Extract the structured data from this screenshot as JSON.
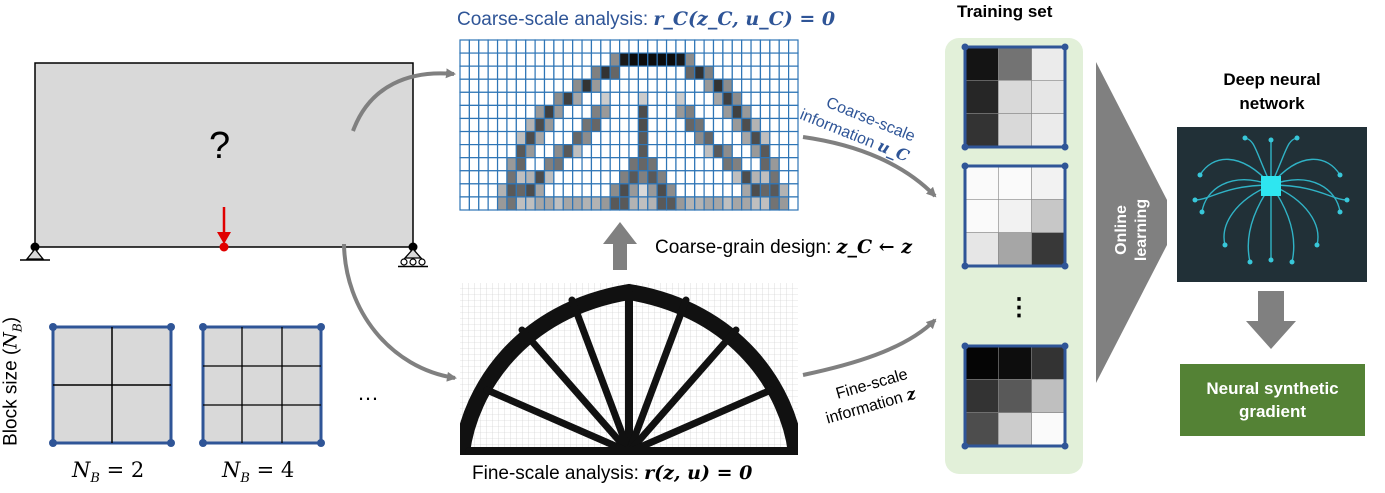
{
  "problem": {
    "question_mark": "?"
  },
  "block_size": {
    "axis_label_prefix": "Block size (",
    "axis_label_symbol": "N",
    "axis_label_sub": "B",
    "axis_label_suffix": ")",
    "examples": [
      {
        "symbol": "N",
        "sub": "B",
        "eq": " = 2"
      },
      {
        "symbol": "N",
        "sub": "B",
        "eq": " = 4"
      }
    ],
    "ellipsis": "…"
  },
  "coarse": {
    "title_prefix": "Coarse-scale analysis: ",
    "title_math": "r_C(z_C, u_C) = 0",
    "grid_levels": [
      [
        1,
        1,
        1,
        1,
        1,
        1,
        1,
        1,
        1,
        1,
        1,
        1,
        1,
        1,
        1,
        1,
        1,
        1,
        1,
        1,
        1,
        1,
        1,
        1,
        1,
        1,
        1,
        1,
        1,
        1,
        1,
        1,
        1,
        1,
        1,
        1
      ],
      [
        1,
        1,
        1,
        1,
        1,
        1,
        1,
        1,
        1,
        1,
        1,
        1,
        1,
        1,
        1,
        1,
        0.55,
        0.1,
        0.05,
        0.05,
        0.05,
        0.05,
        0.05,
        0.1,
        0.55,
        1,
        1,
        1,
        1,
        1,
        1,
        1,
        1,
        1,
        1,
        1
      ],
      [
        1,
        1,
        1,
        1,
        1,
        1,
        1,
        1,
        1,
        1,
        1,
        1,
        1,
        1,
        0.5,
        0.2,
        0.4,
        1,
        1,
        1,
        1,
        1,
        1,
        1,
        0.4,
        0.2,
        0.5,
        1,
        1,
        1,
        1,
        1,
        1,
        1,
        1,
        1
      ],
      [
        1,
        1,
        1,
        1,
        1,
        1,
        1,
        1,
        1,
        1,
        1,
        1,
        0.55,
        0.2,
        0.6,
        1,
        1,
        1,
        1,
        1,
        1,
        1,
        1,
        1,
        1,
        1,
        0.6,
        0.2,
        0.55,
        1,
        1,
        1,
        1,
        1,
        1,
        1
      ],
      [
        1,
        1,
        1,
        1,
        1,
        1,
        1,
        1,
        1,
        1,
        0.55,
        0.25,
        0.65,
        1,
        1,
        0.8,
        1,
        1,
        1,
        0.8,
        1,
        1,
        1,
        0.8,
        1,
        1,
        1,
        0.65,
        0.25,
        0.55,
        1,
        1,
        1,
        1,
        1,
        1
      ],
      [
        1,
        1,
        1,
        1,
        1,
        1,
        1,
        1,
        0.6,
        0.25,
        0.6,
        1,
        1,
        1,
        0.5,
        0.6,
        1,
        1,
        1,
        0.3,
        1,
        1,
        1,
        0.6,
        0.5,
        1,
        1,
        1,
        0.6,
        0.25,
        0.6,
        1,
        1,
        1,
        1,
        1
      ],
      [
        1,
        1,
        1,
        1,
        1,
        1,
        1,
        0.7,
        0.3,
        0.6,
        1,
        1,
        1,
        0.45,
        0.4,
        1,
        1,
        1,
        1,
        0.3,
        1,
        1,
        1,
        1,
        0.4,
        0.45,
        1,
        1,
        1,
        0.6,
        0.3,
        0.7,
        1,
        1,
        1,
        1
      ],
      [
        1,
        1,
        1,
        1,
        1,
        1,
        0.75,
        0.3,
        0.65,
        1,
        1,
        1,
        0.4,
        0.55,
        1,
        1,
        1,
        1,
        1,
        0.35,
        1,
        1,
        1,
        1,
        1,
        0.55,
        0.4,
        1,
        1,
        1,
        0.65,
        0.3,
        0.75,
        1,
        1,
        1
      ],
      [
        1,
        1,
        1,
        1,
        1,
        1,
        0.35,
        0.6,
        1,
        1,
        0.55,
        0.35,
        0.75,
        1,
        1,
        1,
        1,
        1,
        1,
        0.35,
        1,
        1,
        1,
        1,
        1,
        1,
        0.75,
        0.35,
        0.55,
        1,
        1,
        0.6,
        0.35,
        1,
        1,
        1
      ],
      [
        1,
        1,
        1,
        1,
        1,
        0.6,
        0.4,
        1,
        1,
        0.5,
        0.45,
        1,
        1,
        1,
        1,
        1,
        1,
        1,
        0.45,
        0.4,
        0.45,
        1,
        1,
        1,
        1,
        1,
        1,
        1,
        0.45,
        0.5,
        1,
        1,
        0.4,
        0.6,
        1,
        1
      ],
      [
        1,
        1,
        1,
        1,
        1,
        0.45,
        0.75,
        0.7,
        0.3,
        0.75,
        1,
        1,
        1,
        1,
        1,
        1,
        1,
        0.5,
        0.35,
        0.5,
        0.35,
        0.5,
        1,
        1,
        1,
        1,
        1,
        1,
        1,
        0.75,
        0.3,
        0.7,
        0.75,
        0.45,
        1,
        1
      ],
      [
        1,
        1,
        1,
        1,
        0.7,
        0.35,
        0.4,
        0.3,
        0.65,
        1,
        1,
        1,
        1,
        1,
        1,
        1,
        0.55,
        0.3,
        0.6,
        0.85,
        0.6,
        0.3,
        0.55,
        1,
        1,
        1,
        1,
        1,
        1,
        1,
        0.65,
        0.3,
        0.4,
        0.35,
        0.7,
        1
      ],
      [
        1,
        1,
        1,
        1,
        0.6,
        0.45,
        0.75,
        0.75,
        0.65,
        0.65,
        0.75,
        0.65,
        0.65,
        0.7,
        0.7,
        0.6,
        0.35,
        0.35,
        0.7,
        0.75,
        0.7,
        0.35,
        0.35,
        0.6,
        0.7,
        0.7,
        0.65,
        0.65,
        0.75,
        0.65,
        0.65,
        0.75,
        0.75,
        0.45,
        0.6,
        1
      ]
    ]
  },
  "coarse_grain": {
    "label_prefix": "Coarse-grain design: ",
    "label_math": "z_C ← z"
  },
  "fine": {
    "title_prefix": "Fine-scale analysis: ",
    "title_math": "r(z, u) = 0"
  },
  "coarse_info": {
    "line1": "Coarse-scale",
    "line2_prefix": "information ",
    "line2_math": "u_C"
  },
  "fine_info": {
    "line1": "Fine-scale",
    "line2_prefix": "information ",
    "line2_math": "z"
  },
  "training": {
    "title": "Training set",
    "ellipsis": "⋮",
    "samples": [
      [
        [
          0.08,
          0.45,
          0.92
        ],
        [
          0.15,
          0.85,
          0.9
        ],
        [
          0.2,
          0.85,
          0.92
        ]
      ],
      [
        [
          0.98,
          0.98,
          0.95
        ],
        [
          0.98,
          0.95,
          0.78
        ],
        [
          0.9,
          0.65,
          0.22
        ]
      ],
      [
        [
          0.02,
          0.05,
          0.2
        ],
        [
          0.2,
          0.35,
          0.75
        ],
        [
          0.3,
          0.8,
          0.98
        ]
      ]
    ]
  },
  "online_learning": {
    "line1": "Online",
    "line2": "learning"
  },
  "dnn": {
    "line1": "Deep neural",
    "line2": "network",
    "image_icon": "circuit-brain-icon"
  },
  "output": {
    "line1": "Neural synthetic",
    "line2": "gradient"
  },
  "colors": {
    "blue_frame": "#2f5597",
    "grid_blue": "#2e75b6",
    "gray_arrow": "#808080",
    "load_red": "#e00000",
    "green_bg": "#e2f0d9",
    "output_green": "#548235",
    "domain_gray": "#d9d9d9"
  }
}
